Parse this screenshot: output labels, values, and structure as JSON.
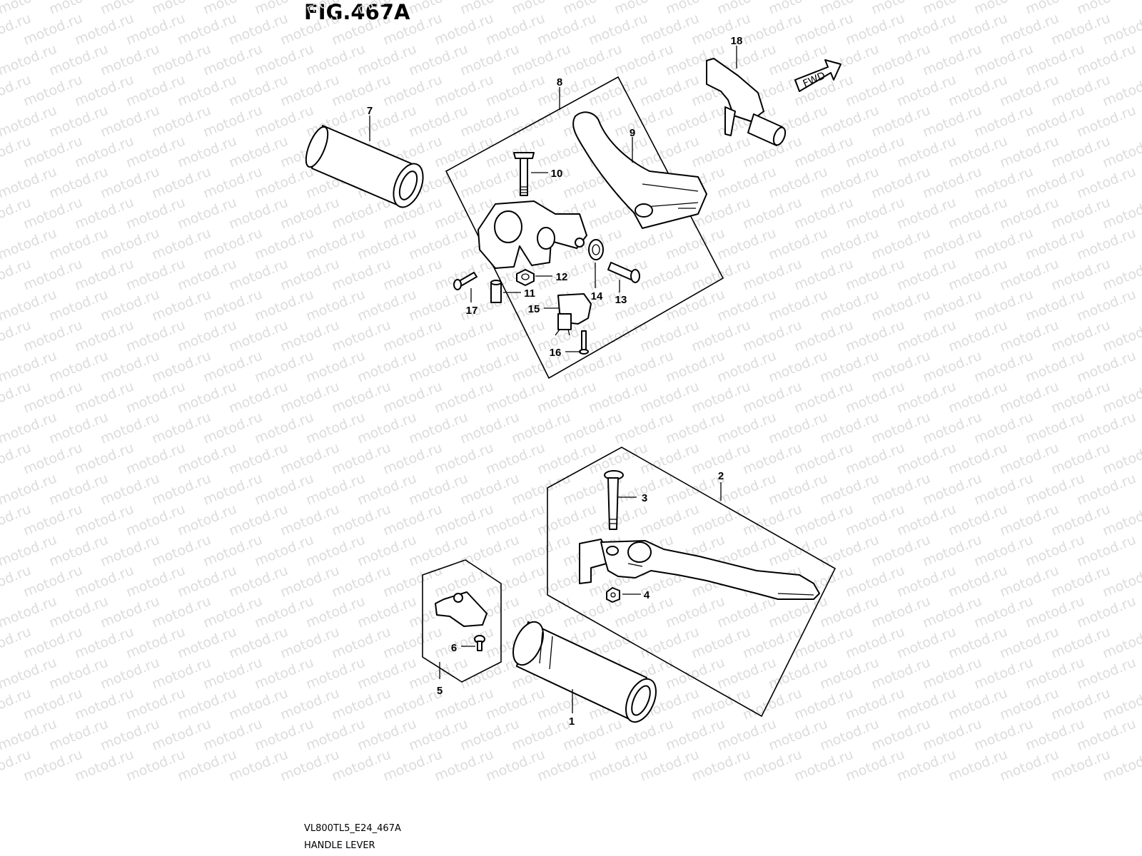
{
  "figure": {
    "title": "FIG.467A",
    "code": "VL800TL5_E24_467A",
    "name": "HANDLE LEVER"
  },
  "watermark": "motod.ru",
  "fwd_label": "FWD",
  "callouts": [
    "1",
    "2",
    "3",
    "4",
    "5",
    "6",
    "7",
    "8",
    "9",
    "10",
    "11",
    "12",
    "13",
    "14",
    "15",
    "16",
    "17",
    "18"
  ],
  "colors": {
    "line": "#000000",
    "watermark": "#dcdcdc",
    "background": "#ffffff"
  }
}
